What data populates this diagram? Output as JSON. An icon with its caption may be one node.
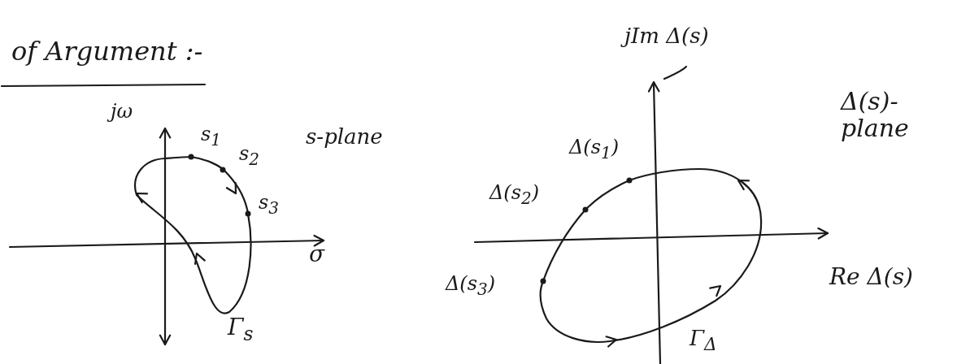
{
  "diagram": {
    "title": "of Argument :-",
    "labels": [
      "jω",
      "s$_{1}$",
      "s$_{2}$",
      "s$_{3}$",
      "σ",
      "s-plane",
      "Γ$_{s}$",
      "jIm Δ(s)",
      "Δ(s$_{1}$)",
      "Δ(s$_{2}$)",
      "Δ(s)- plane",
      "Δ(s$_{3}$)",
      "Re Δ(s)",
      "Γ$_{Δ}$"
    ]
  }
}
